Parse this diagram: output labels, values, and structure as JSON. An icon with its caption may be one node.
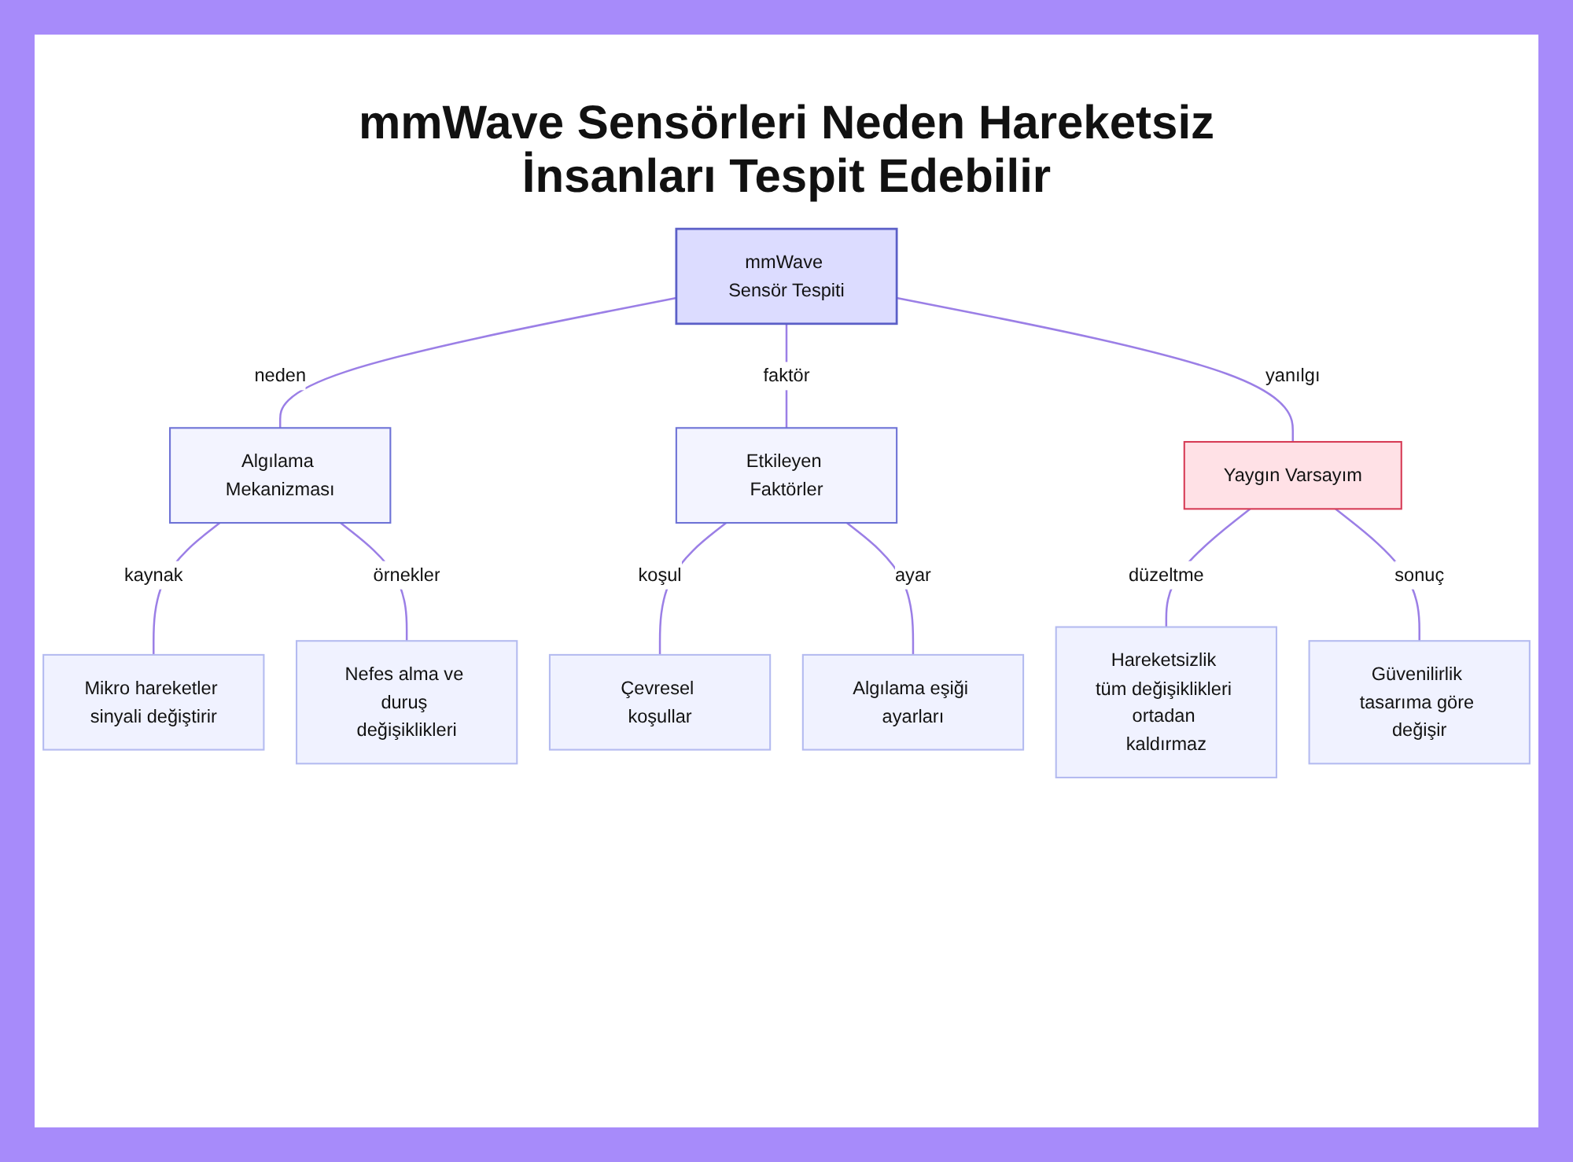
{
  "diagram": {
    "title": "mmWave Sensörleri Neden Hareketsiz İnsanları Tespit Edebilir",
    "nodes": [
      {
        "text": [
          "mmWave Sensör Tespiti"
        ]
      },
      {
        "text": [
          "Algılama Mekanizması"
        ]
      },
      {
        "text": [
          "Etkileyen Faktörler"
        ]
      },
      {
        "text": [
          "Yaygın Varsayım"
        ]
      },
      {
        "text": [
          "Mikro hareketler sinyali değiştirir"
        ]
      },
      {
        "text": [
          "Nefes alma ve duruş değişiklikleri"
        ]
      },
      {
        "text": [
          "Çevresel koşullar"
        ]
      },
      {
        "text": [
          "Algılama eşiği ayarları"
        ]
      },
      {
        "text": [
          "Hareketsizlik tüm değişiklikleri ortadan kaldırmaz"
        ]
      },
      {
        "text": [
          "Güvenilirlik tasarıma göre değişir"
        ]
      }
    ],
    "edges": [
      {
        "from": 0,
        "to": 1,
        "arrow": "none",
        "label": "neden"
      },
      {
        "from": 0,
        "to": 2,
        "arrow": "none",
        "label": "faktör"
      },
      {
        "from": 0,
        "to": 3,
        "arrow": "none",
        "label": "yanılgı"
      },
      {
        "from": 1,
        "to": 4,
        "arrow": "none",
        "label": "kaynak"
      },
      {
        "from": 1,
        "to": 5,
        "arrow": "none",
        "label": "örnekler"
      },
      {
        "from": 2,
        "to": 6,
        "arrow": "none",
        "label": "koşul"
      },
      {
        "from": 2,
        "to": 7,
        "arrow": "none",
        "label": "ayar"
      },
      {
        "from": 3,
        "to": 8,
        "arrow": "none",
        "label": "düzeltme"
      },
      {
        "from": 3,
        "to": 9,
        "arrow": "none",
        "label": "sonuç"
      }
    ]
  }
}
